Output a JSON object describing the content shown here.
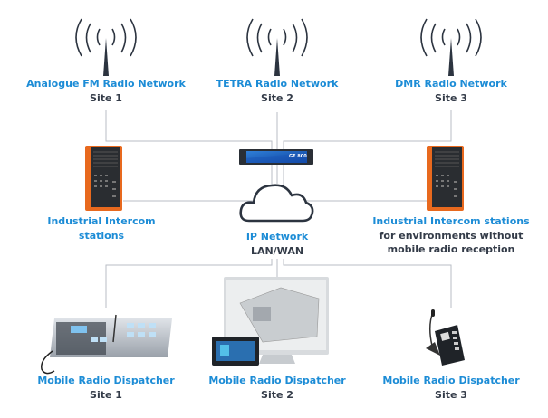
{
  "radio_networks": [
    {
      "title": "Analogue FM Radio Network",
      "site": "Site 1"
    },
    {
      "title": "TETRA Radio Network",
      "site": "Site 2"
    },
    {
      "title": "DMR Radio Network",
      "site": "Site 3"
    }
  ],
  "gateway": {
    "label": "GE 800"
  },
  "intercom_left": {
    "line1": "Industrial Intercom",
    "line2": "stations"
  },
  "intercom_right": {
    "title": "Industrial Intercom stations",
    "line2": "for environments without",
    "line3": "mobile radio reception"
  },
  "network": {
    "title": "IP Network",
    "subtitle": "LAN/WAN"
  },
  "dispatchers": [
    {
      "title": "Mobile Radio Dispatcher",
      "site": "Site 1"
    },
    {
      "title": "Mobile Radio Dispatcher",
      "site": "Site 2"
    },
    {
      "title": "Mobile Radio Dispatcher",
      "site": "Site 3"
    }
  ],
  "colors": {
    "accent": "#1c8cd6",
    "text": "#333b48",
    "line": "#b8bec6",
    "intercom": "#e8691e"
  }
}
